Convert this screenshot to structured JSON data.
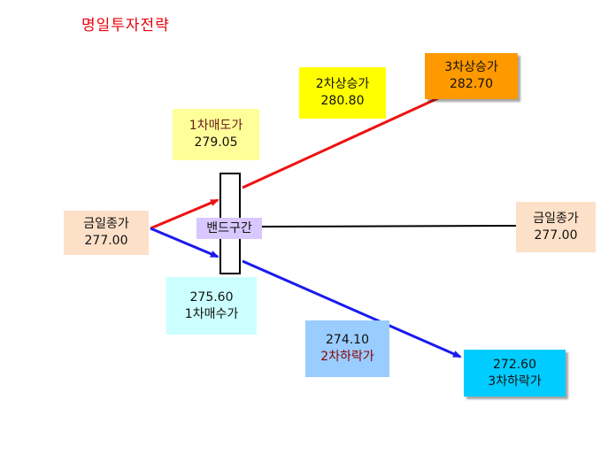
{
  "title": "명일투자전략",
  "band_label": "밴드구간",
  "close_left": {
    "label": "금일종가",
    "value": "277.00"
  },
  "close_right": {
    "label": "금일종가",
    "value": "277.00"
  },
  "sell1": {
    "label": "1차매도가",
    "value": "279.05"
  },
  "rise2": {
    "label": "2차상승가",
    "value": "280.80"
  },
  "rise3": {
    "label": "3차상승가",
    "value": "282.70"
  },
  "buy1": {
    "value": "275.60",
    "label": "1차매수가"
  },
  "fall2": {
    "value": "274.10",
    "label": "2차하락가"
  },
  "fall3": {
    "value": "272.60",
    "label": "3차하락가"
  },
  "colors": {
    "title": "#e8000b",
    "close": "#fde0c8",
    "sell1": "#ffff99",
    "rise2": "#ffff00",
    "rise3": "#ff9900",
    "buy1": "#ccffff",
    "fall2": "#99ccff",
    "fall3": "#00ccff",
    "band": "#d9c7ff",
    "up_line": "#ee1111",
    "down_line": "#1a1aee",
    "flat_line": "#000000"
  }
}
